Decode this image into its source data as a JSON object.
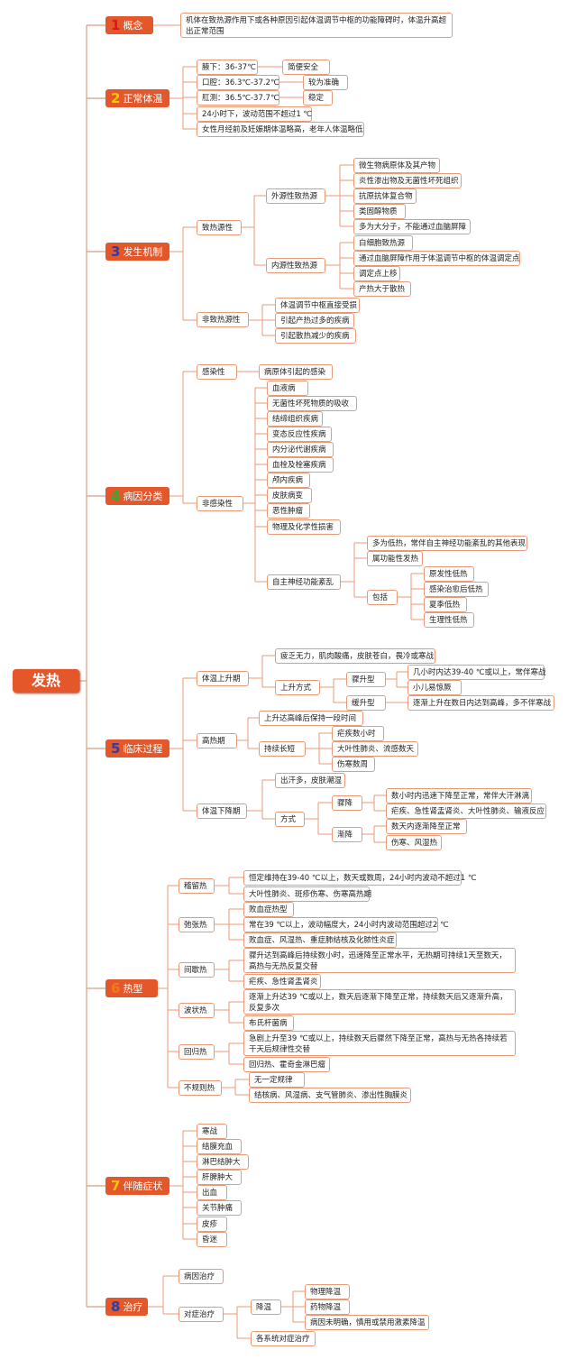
{
  "root": "发热",
  "sections": [
    {
      "num": "1",
      "title": "概念",
      "color": "#e0141e",
      "text": "机体在致热源作用下或各种原因引起体温调节中枢的功能障碍时，体温升高超出正常范围"
    },
    {
      "num": "2",
      "title": "正常体温",
      "color": "#f7c800",
      "items": [
        {
          "label": "腋下：36-37℃",
          "note": "简便安全"
        },
        {
          "label": "口腔：36.3℃-37.2℃",
          "note": "较为准确"
        },
        {
          "label": "肛测：36.5℃-37.7℃",
          "note": "稳定"
        },
        {
          "label": "24小时下，波动范围不超过1 ℃"
        },
        {
          "label": "女性月经前及妊娠期体温略高，老年人体温略低"
        }
      ]
    },
    {
      "num": "3",
      "title": "发生机制",
      "color": "#2b3fa8",
      "groups": [
        {
          "label": "致热源性",
          "subs": [
            {
              "label": "外源性致热源",
              "items": [
                "微生物病原体及其产物",
                "炎性渗出物及无菌性坏死组织",
                "抗原抗体复合物",
                "类固醇物质",
                "多为大分子，不能通过血脑屏障"
              ]
            },
            {
              "label": "内源性致热源",
              "items": [
                "白细胞致热源",
                "通过血脑屏障作用于体温调节中枢的体温调定点",
                "调定点上移",
                "产热大于散热"
              ]
            }
          ]
        },
        {
          "label": "非致热源性",
          "items": [
            "体温调节中枢直接受损",
            "引起产热过多的疾病",
            "引起散热减少的疾病"
          ]
        }
      ]
    },
    {
      "num": "4",
      "title": "病因分类",
      "color": "#39a639",
      "infectious": {
        "label": "感染性",
        "items": [
          "病原体引起的感染"
        ]
      },
      "noninfectious": {
        "label": "非感染性",
        "items": [
          "血液病",
          "无菌性坏死物质的吸收",
          "结缔组织疾病",
          "变态反应性疾病",
          "内分泌代谢疾病",
          "血栓及栓塞疾病",
          "颅内疾病",
          "皮肤病变",
          "恶性肿瘤",
          "物理及化学性损害"
        ],
        "autonomic": {
          "label": "自主神经功能紊乱",
          "items": [
            "多为低热，常伴自主神经功能紊乱的其他表现",
            "属功能性发热"
          ],
          "include": {
            "label": "包括",
            "items": [
              "原发性低热",
              "感染治愈后低热",
              "夏季低热",
              "生理性低热"
            ]
          }
        }
      }
    },
    {
      "num": "5",
      "title": "临床过程",
      "color": "#2b3fa8",
      "rise": {
        "label": "体温上升期",
        "symptom": "疲乏无力，肌肉酸痛，皮肤苍白，畏冷或寒战",
        "mode": "上升方式",
        "fast": {
          "label": "骤升型",
          "items": [
            "几小时内达39-40 ℃或以上，常伴寒战",
            "小儿易惊厥"
          ]
        },
        "slow": {
          "label": "缓升型",
          "items": [
            "逐渐上升在数日内达到高峰，多不伴寒战"
          ]
        }
      },
      "high": {
        "label": "高热期",
        "desc": "上升达高峰后保持一段时间",
        "duration": "持续长短",
        "items": [
          "疟疾数小时",
          "大叶性肺炎、流感数天",
          "伤寒数周"
        ]
      },
      "fall": {
        "label": "体温下降期",
        "symptom": "出汗多，皮肤潮湿",
        "mode": "方式",
        "fast": {
          "label": "骤降",
          "items": [
            "数小时内迅速下降至正常，常伴大汗淋漓",
            "疟疾、急性肾盂肾炎、大叶性肺炎、输液反应"
          ]
        },
        "slow": {
          "label": "渐降",
          "items": [
            "数天内逐渐降至正常",
            "伤寒、风湿热"
          ]
        }
      }
    },
    {
      "num": "6",
      "title": "热型",
      "color": "#f07a20",
      "types": [
        {
          "label": "稽留热",
          "items": [
            "恒定维持在39-40 ℃以上，数天或数周，24小时内波动不超过1 ℃",
            "大叶性肺炎、斑疹伤寒、伤寒高热期"
          ]
        },
        {
          "label": "弛张热",
          "items": [
            "败血症热型",
            "常在39 ℃以上，波动幅度大，24小时内波动范围超过2 ℃",
            "败血症、风湿热、重症肺结核及化脓性炎症"
          ]
        },
        {
          "label": "间歇热",
          "items": [
            "骤升达到高峰后持续数小时，迅速降至正常水平，无热期可持续1天至数天，高热与无热反复交替",
            "疟疾、急性肾盂肾炎"
          ]
        },
        {
          "label": "波状热",
          "items": [
            "逐渐上升达39 ℃或以上，数天后逐渐下降至正常，持续数天后又逐渐升高，反复多次",
            "布氏杆菌病"
          ]
        },
        {
          "label": "回归热",
          "items": [
            "急剧上升至39 ℃或以上，持续数天后骤然下降至正常，高热与无热各持续若干天后规律性交替",
            "回归热、霍奇金淋巴瘤"
          ]
        },
        {
          "label": "不规则热",
          "items": [
            "无一定规律",
            "结核病、风湿病、支气管肺炎、渗出性胸膜炎"
          ]
        }
      ]
    },
    {
      "num": "7",
      "title": "伴随症状",
      "color": "#f07a20",
      "items": [
        "寒战",
        "结膜充血",
        "淋巴结肿大",
        "肝脾肿大",
        "出血",
        "关节肿痛",
        "皮疹",
        "昏迷"
      ]
    },
    {
      "num": "8",
      "title": "治疗",
      "color": "#2b3fa8",
      "cause": "病因治疗",
      "symptomatic": {
        "label": "对症治疗",
        "cool": {
          "label": "降温",
          "items": [
            "物理降温",
            "药物降温",
            "病因未明确，慎用或禁用激素降温"
          ]
        },
        "other": "各系统对症治疗"
      }
    }
  ]
}
